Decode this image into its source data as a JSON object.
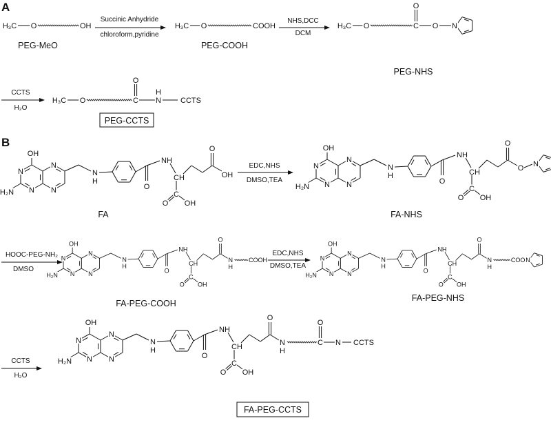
{
  "panels": {
    "a": "A",
    "b": "B"
  },
  "atoms": {
    "H3C": "H₃C",
    "O": "O",
    "OH": "OH",
    "COOH": "COOH",
    "COO": "COO",
    "C": "C",
    "N": "N",
    "H": "H",
    "NH": "NH",
    "CH": "CH",
    "H2N": "H₂N",
    "CCTS": "CCTS"
  },
  "scheme_a": {
    "compounds": {
      "peg_meo": "PEG-MeO",
      "peg_cooh": "PEG-COOH",
      "peg_nhs": "PEG-NHS",
      "peg_ccts": "PEG-CCTS"
    },
    "step1": {
      "above": "Succinic Anhydride",
      "below": "chloroform,pyridine"
    },
    "step2": {
      "above": "NHS,DCC",
      "below": "DCM"
    },
    "step3": {
      "above": "CCTS",
      "below": "H₂O"
    }
  },
  "scheme_b": {
    "compounds": {
      "fa": "FA",
      "fa_nhs": "FA-NHS",
      "fa_peg_cooh": "FA-PEG-COOH",
      "fa_peg_nhs": "FA-PEG-NHS",
      "fa_peg_ccts": "FA-PEG-CCTS"
    },
    "step1": {
      "above": "EDC,NHS",
      "below": "DMSO,TEA"
    },
    "step2": {
      "above": "HOOC-PEG-NH₂",
      "below": "DMSO"
    },
    "step3": {
      "above": "EDC,NHS",
      "below": "DMSO,TEA"
    },
    "step4": {
      "above": "CCTS",
      "below": "H₂O"
    }
  }
}
